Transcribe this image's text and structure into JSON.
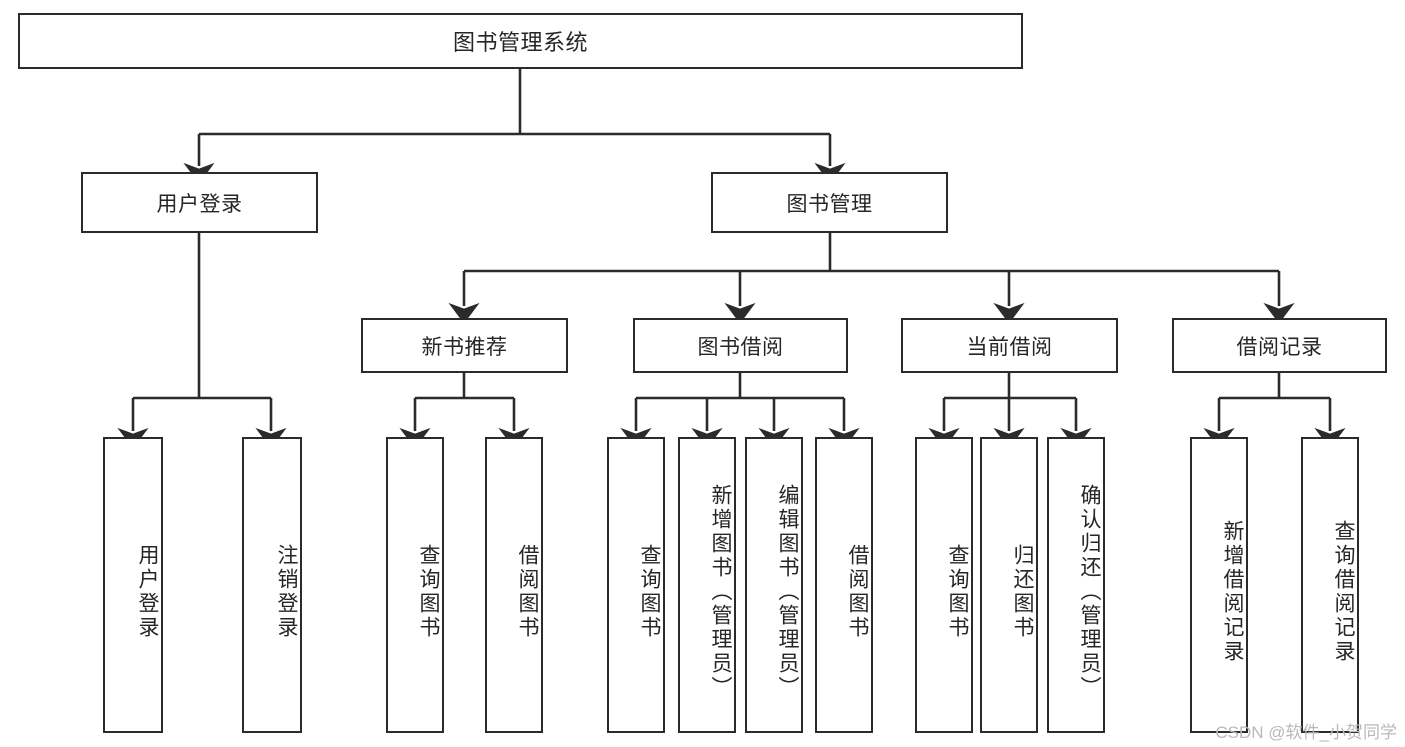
{
  "diagram": {
    "kind": "tree",
    "title_text": "图书管理系统",
    "watermark": "CSDN @软件_小贺同学",
    "colors": {
      "box_border": "#2b2b2b",
      "box_fill": "#ffffff",
      "connector": "#2b2b2b",
      "text": "#262626",
      "watermark": "#b9b9b9"
    },
    "nodes": {
      "root": {
        "label": "图书管理系统"
      },
      "level2": [
        {
          "label": "用户登录"
        },
        {
          "label": "图书管理"
        }
      ],
      "level3": [
        {
          "label": "新书推荐"
        },
        {
          "label": "图书借阅"
        },
        {
          "label": "当前借阅"
        },
        {
          "label": "借阅记录"
        }
      ],
      "leaves": {
        "user_login": [
          {
            "label": "用户登录"
          },
          {
            "label": "注销登录"
          }
        ],
        "new_book_recommend": [
          {
            "label": "查询图书"
          },
          {
            "label": "借阅图书"
          }
        ],
        "book_borrow": [
          {
            "label": "查询图书"
          },
          {
            "label": "新增图书（管理员）"
          },
          {
            "label": "编辑图书（管理员）"
          },
          {
            "label": "借阅图书"
          }
        ],
        "current_borrow": [
          {
            "label": "查询图书"
          },
          {
            "label": "归还图书"
          },
          {
            "label": "确认归还（管理员）"
          }
        ],
        "borrow_record": [
          {
            "label": "新增借阅记录"
          },
          {
            "label": "查询借阅记录"
          }
        ]
      }
    }
  }
}
